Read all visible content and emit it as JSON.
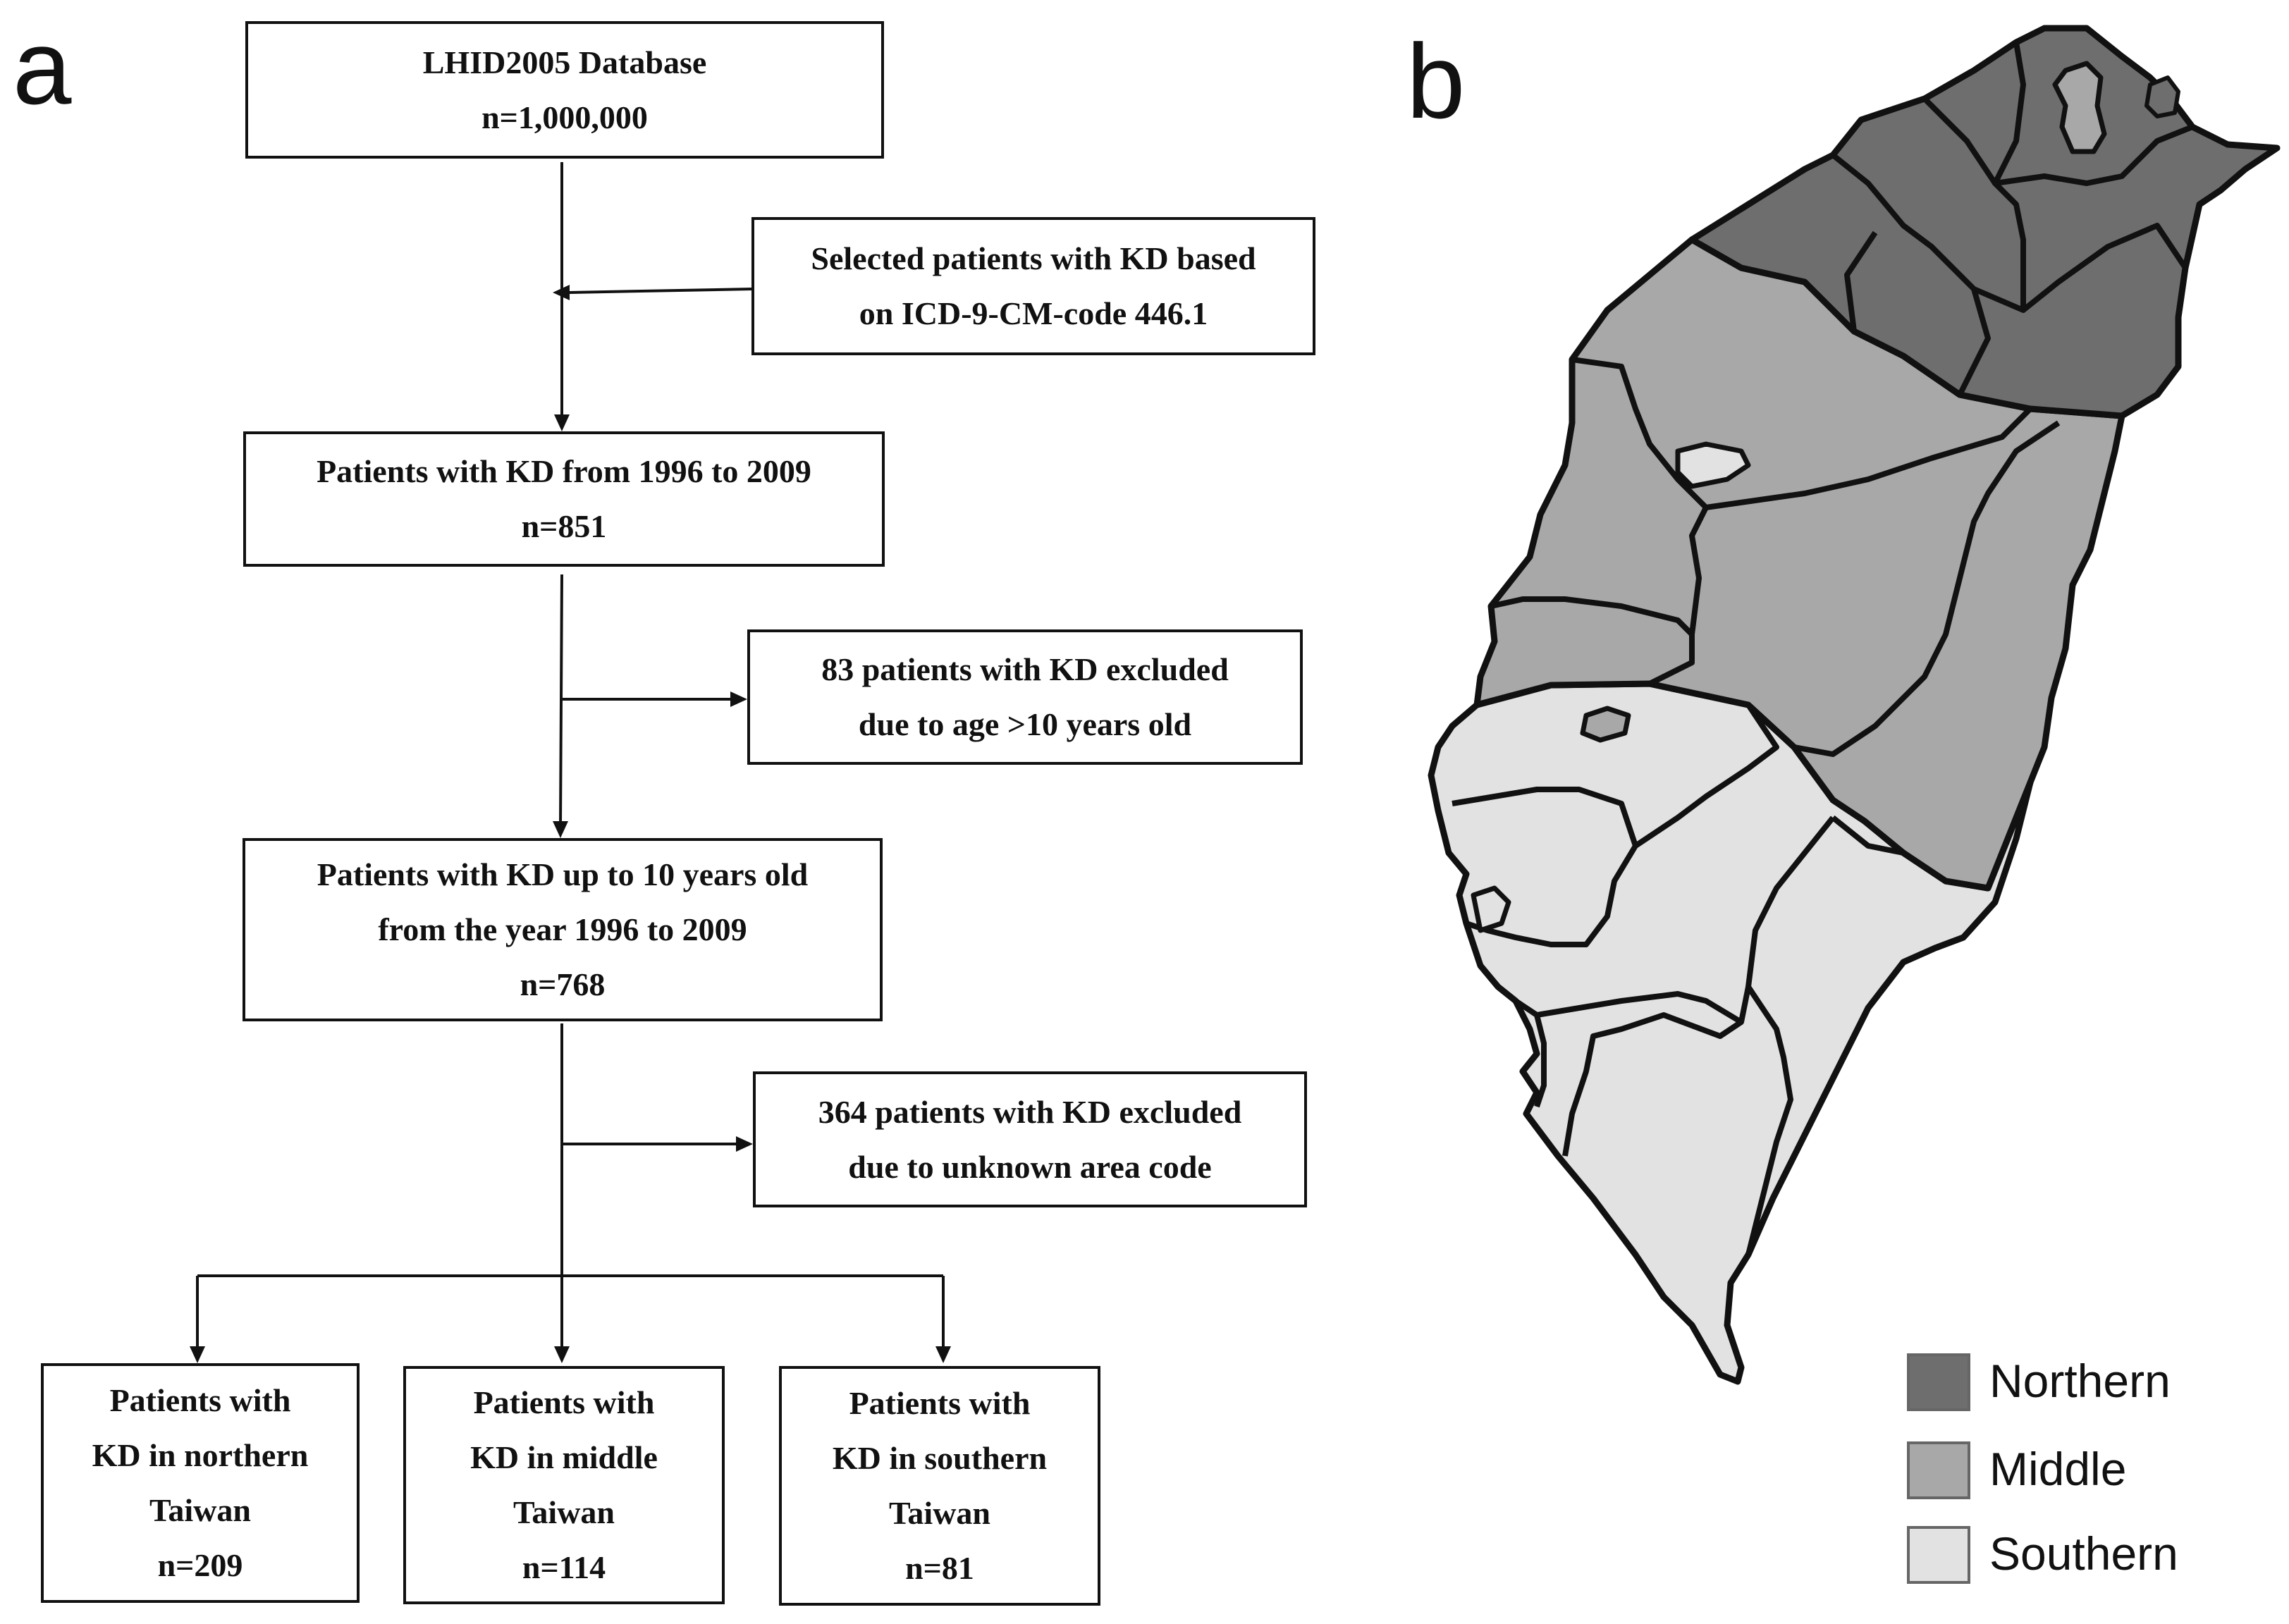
{
  "panel_a": {
    "label": "a",
    "boxes": {
      "database": {
        "lines": [
          "LHID2005 Database",
          "n=1,000,000"
        ]
      },
      "selected": {
        "lines": [
          "Selected patients with KD based",
          "on ICD-9-CM-code 446.1"
        ]
      },
      "kd_1996_2009": {
        "lines": [
          "Patients with KD from 1996 to 2009",
          "n=851"
        ]
      },
      "excluded_age": {
        "lines": [
          "83 patients with KD excluded",
          "due to age >10 years old"
        ]
      },
      "kd_up_to_10": {
        "lines": [
          "Patients with KD up to 10 years old",
          "from the year 1996 to 2009",
          "n=768"
        ]
      },
      "excluded_area": {
        "lines": [
          "364 patients with KD excluded",
          "due to unknown area code"
        ]
      },
      "northern": {
        "lines": [
          "Patients with",
          "KD in northern",
          "Taiwan",
          "n=209"
        ]
      },
      "middle": {
        "lines": [
          "Patients with",
          "KD in middle",
          "Taiwan",
          "n=114"
        ]
      },
      "southern": {
        "lines": [
          "Patients with",
          "KD in southern",
          "Taiwan",
          "n=81"
        ]
      }
    }
  },
  "panel_b": {
    "label": "b",
    "legend": [
      {
        "label": "Northern",
        "color": "#6e6e6e"
      },
      {
        "label": "Middle",
        "color": "#a8a8a8"
      },
      {
        "label": "Southern",
        "color": "#e2e2e2"
      }
    ],
    "outline_color": "#111111"
  }
}
